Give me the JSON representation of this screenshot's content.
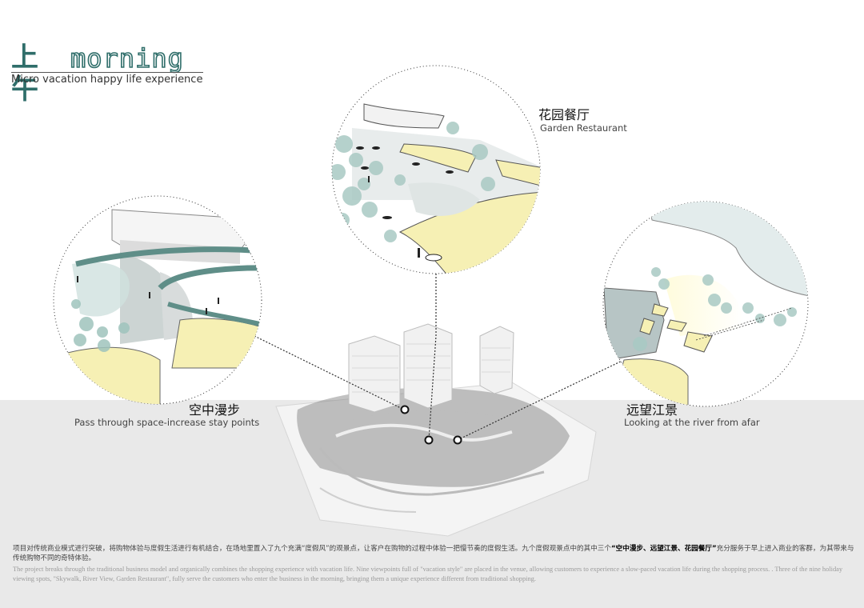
{
  "header": {
    "title_zh": "上午",
    "title_en": "morning",
    "subtitle": "Micro vacation happy life experience"
  },
  "spots": {
    "garden": {
      "zh": "花园餐厅",
      "en": "Garden Restaurant"
    },
    "skywalk": {
      "zh": "空中漫步",
      "en": "Pass through space-increase stay points"
    },
    "river": {
      "zh": "远望江景",
      "en": "Looking at the river from afar"
    }
  },
  "description": {
    "zh_part1": "项目对传统商业模式进行突破，将购物体验与度假生活进行有机结合，在场地里置入了九个充满“度假风”的观景点，让客户在购物的过程中体验一把慢节奏的度假生活。九个度假观景点中的其中三个",
    "zh_highlight": "“空中漫步、远望江景、花园餐厅”",
    "zh_part2": "充分服务于早上进入商业的客群，为其带来与传统购物不同的奇特体验。",
    "en": "The project breaks through the traditional business model and organically combines the shopping experience with vacation life. Nine viewpoints full of \"vacation style\" are placed in the venue, allowing customers to experience a slow-paced vacation life during the shopping process. . Three of the nine holiday viewing spots, \"Skywalk, River View, Garden Restaurant\", fully serve the customers who enter the business in the morning, bringing them a unique experience different from traditional shopping."
  },
  "colors": {
    "brand_teal": "#2f6e6a",
    "plaza_yellow": "#f6f0b4",
    "tree_green": "#a9c9c3",
    "band_gray": "#e9e9e9"
  }
}
